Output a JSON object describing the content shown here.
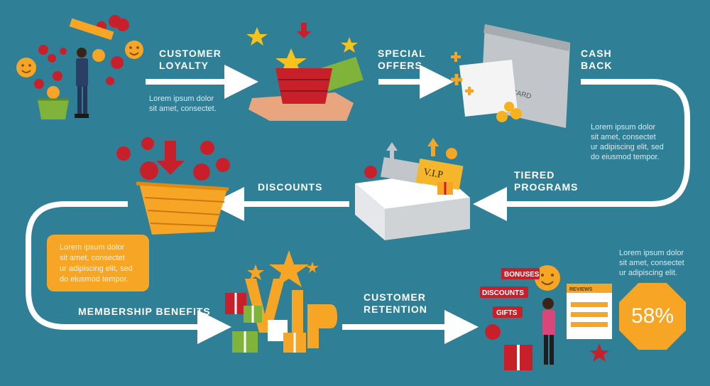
{
  "steps": {
    "customer_loyalty": {
      "label": "CUSTOMER\nLOYALTY",
      "desc": "Lorem ipsum dolor\nsit amet, consectet."
    },
    "special_offers": {
      "label": "SPECIAL\nOFFERS"
    },
    "cash_back": {
      "label": "CASH\nBACK",
      "desc": "Lorem ipsum dolor\nsit amet, consectet\nur adipiscing elit, sed\ndo eiusmod tempor."
    },
    "tiered_programs": {
      "label": "TIERED\nPROGRAMS"
    },
    "discounts": {
      "label": "DISCOUNTS",
      "desc": "Lorem ipsum dolor\nsit amet, consectet\nur adipiscing elit, sed\ndo eiusmod tempor."
    },
    "membership_benefits": {
      "label": "MEMBERSHIP BENEFITS"
    },
    "customer_retention": {
      "label": "CUSTOMER\nRETENTION",
      "desc": "Lorem ipsum dolor\nsit amet, consectet\nur adipiscing elit."
    }
  },
  "badges": {
    "bonuses": "BONUSES",
    "discounts": "DISCOUNTS",
    "gifts": "GIFTS",
    "reviews": "REVIEWS"
  },
  "vip_text": "V.I.P",
  "card_text": "CARD",
  "percent_value": "58%",
  "colors": {
    "background": "#2f8097",
    "accent": "#f6a524",
    "red": "#c8202b",
    "white": "#ffffff"
  }
}
